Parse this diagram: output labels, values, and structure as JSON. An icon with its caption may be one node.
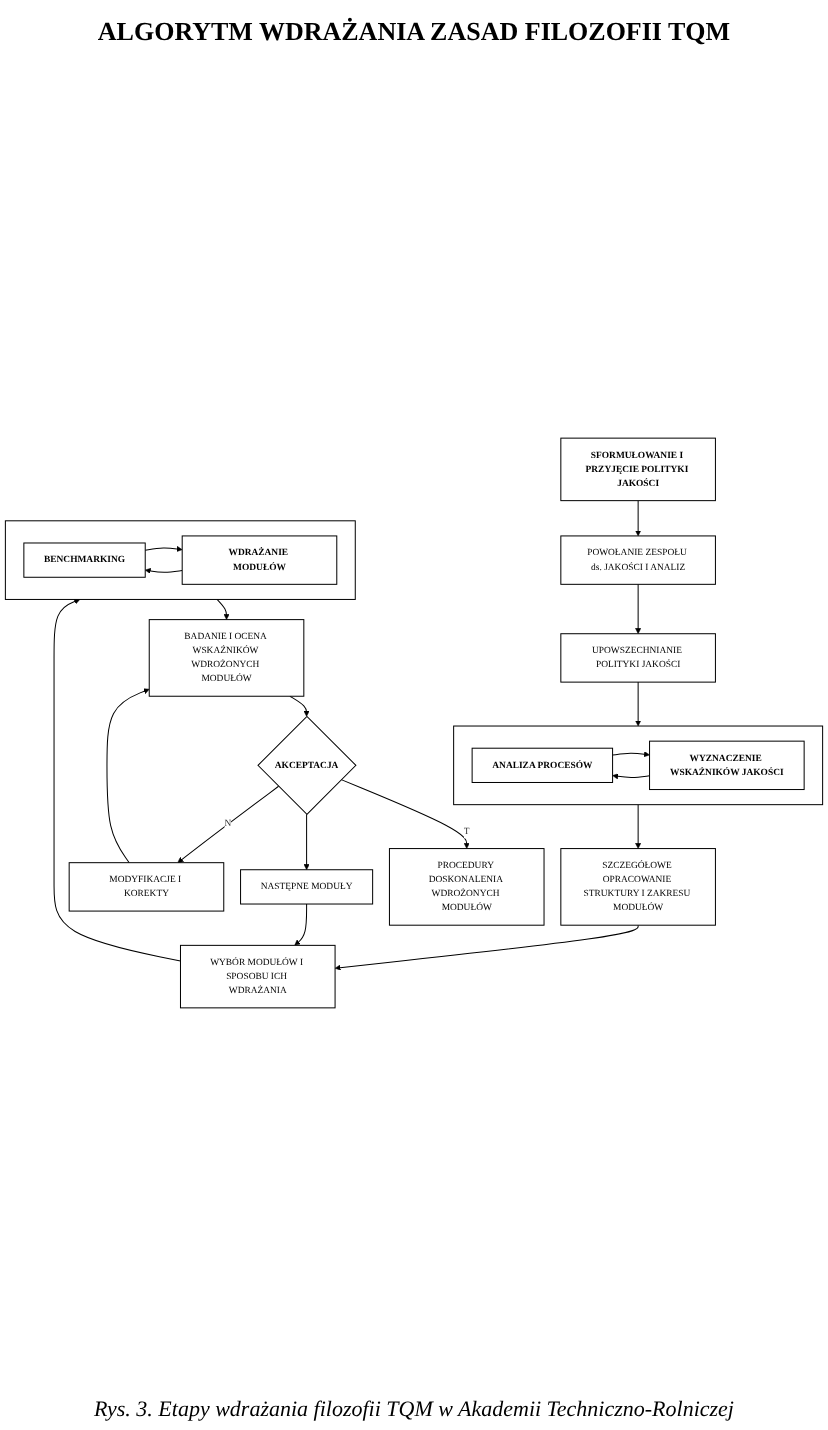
{
  "diagram": {
    "title": "ALGORYTM WDRAŻANIA ZASAD FILOZOFII TQM",
    "caption": "Rys. 3. Etapy wdrażania filozofii TQM w Akademii Techniczno-Rolniczej",
    "nodes": [
      {
        "text": [
          "SFORMUŁOWANIE I PRZYJĘCIE POLITYKI JAKOŚCI"
        ]
      },
      {
        "text": [
          "POWOŁANIE ZESPOŁU ds. JAKOŚCI I ANALIZ"
        ]
      },
      {
        "text": [
          "UPOWSZECHNIANIE POLITYKI JAKOŚCI"
        ]
      },
      {
        "text": [],
        "shape": "box"
      },
      {
        "text": [
          "ANALIZA PROCESÓW"
        ],
        "in": 3
      },
      {
        "text": [
          "WYZNACZENIE WSKAŹNIKÓW JAKOŚCI"
        ],
        "in": 3
      },
      {
        "text": [
          "SZCZEGÓŁOWE OPRACOWANIE STRUKTURY I ZAKRESU MODUŁÓW"
        ]
      },
      {
        "text": [
          "WYBÓR MODUŁÓW I SPOSOBU ICH WDRAŻANIA"
        ]
      },
      {
        "text": [],
        "shape": "box"
      },
      {
        "text": [
          "BENCHMARKING"
        ],
        "in": 8
      },
      {
        "text": [
          "WDRAŻANIE MODUŁÓW"
        ],
        "in": 8
      },
      {
        "text": [
          "BADANIE I OCENA WSKAŹNIKÓW WDROŻONYCH MODUŁÓW"
        ]
      },
      {
        "text": [
          "AKCEPTACJA"
        ]
      },
      {
        "text": [
          "MODYFIKACJE I KOREKTY"
        ]
      },
      {
        "text": [
          "NASTĘPNE MODUŁY"
        ]
      },
      {
        "text": [
          "PROCEDURY DOSKONALENIA WDROŻONYCH MODUŁÓW"
        ]
      }
    ],
    "edges": [
      {
        "from": 0,
        "to": 1,
        "arrow": "to"
      },
      {
        "from": 1,
        "to": 2,
        "arrow": "to"
      },
      {
        "from": 2,
        "to": 3,
        "arrow": "to"
      },
      {
        "from": 5,
        "to": 4,
        "arrow": "to"
      },
      {
        "from": 4,
        "to": 5,
        "arrow": "to"
      },
      {
        "from": 3,
        "to": 6,
        "arrow": "to"
      },
      {
        "from": 6,
        "to": 7,
        "arrow": "to"
      },
      {
        "from": 7,
        "to": 8,
        "arrow": "to"
      },
      {
        "from": 10,
        "to": 9,
        "arrow": "to"
      },
      {
        "from": 9,
        "to": 10,
        "arrow": "to"
      },
      {
        "from": 8,
        "to": 11,
        "arrow": "to"
      },
      {
        "from": 11,
        "to": 12,
        "arrow": "to"
      },
      {
        "from": 12,
        "to": 13,
        "label": "N",
        "arrow": "to"
      },
      {
        "from": 13,
        "to": 11,
        "arrow": "to"
      },
      {
        "from": 12,
        "to": 15,
        "label": "T",
        "arrow": "to"
      },
      {
        "from": 12,
        "to": 14,
        "arrow": "to"
      },
      {
        "from": 14,
        "to": 7,
        "arrow": "to"
      }
    ]
  }
}
